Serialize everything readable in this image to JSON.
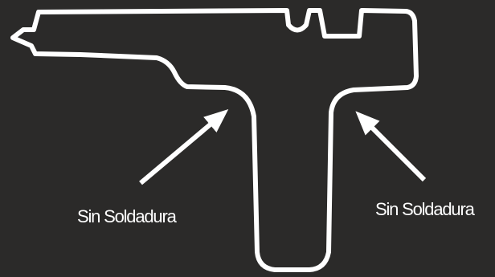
{
  "diagram": {
    "background_color": "#2b2a29",
    "line_color": "#ffffff",
    "shape": "t-profile-outline",
    "labels": [
      {
        "id": "left",
        "text": "Sin Soldadura"
      },
      {
        "id": "right",
        "text": "Sin Soldadura"
      }
    ]
  }
}
